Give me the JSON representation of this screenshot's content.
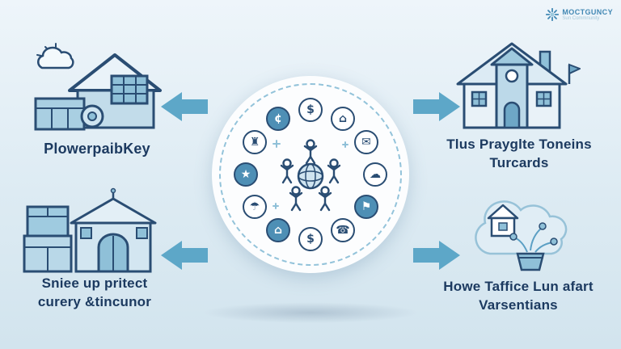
{
  "colors": {
    "background": "#ddeaf3",
    "accent_blue": "#5da7c8",
    "navy_text": "#1c3a60",
    "light_blue_fill": "#a9cfe2"
  },
  "logo": {
    "name": "MOCTGUNCY",
    "subtitle": "Sun Commnunity"
  },
  "labels": {
    "top_left": {
      "line1": "PlowerpaibKey"
    },
    "top_right": {
      "line1": "Tlus Prayglte Toneins",
      "line2": "Turcards"
    },
    "bottom_left": {
      "line1": "Sniee up pritect",
      "line2": "curery &tincunor"
    },
    "bottom_right": {
      "line1": "Howe Taffice Lun afart",
      "line2": "Varsentians"
    }
  },
  "center": {
    "ring_icons": [
      {
        "name": "dollar-icon",
        "glyph": "$"
      },
      {
        "name": "home-icon",
        "glyph": "⌂"
      },
      {
        "name": "mail-icon",
        "glyph": "✉"
      },
      {
        "name": "cloud-icon",
        "glyph": "☁"
      },
      {
        "name": "flag-icon",
        "glyph": "⚑"
      },
      {
        "name": "phone-icon",
        "glyph": "☎"
      },
      {
        "name": "dollar-icon",
        "glyph": "$"
      },
      {
        "name": "home-icon",
        "glyph": "⌂"
      },
      {
        "name": "umbrella-icon",
        "glyph": "☂"
      },
      {
        "name": "star-icon",
        "glyph": "★"
      },
      {
        "name": "tower-icon",
        "glyph": "♜"
      },
      {
        "name": "cent-icon",
        "glyph": "¢"
      }
    ]
  }
}
